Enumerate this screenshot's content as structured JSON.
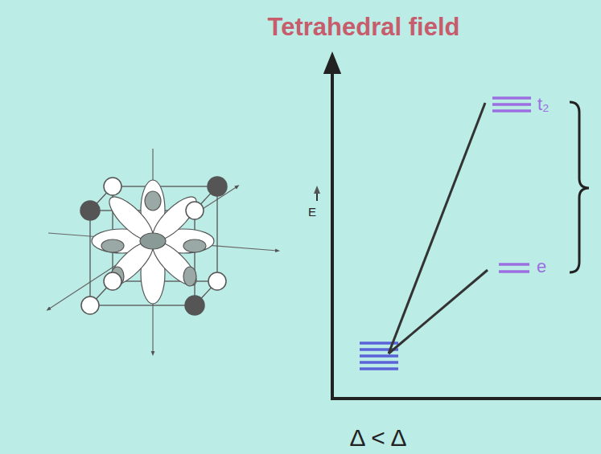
{
  "diagram": {
    "title": "Tetrahedral field",
    "labels": [
      "E",
      "t₂",
      "e",
      "Δ < Δ"
    ]
  }
}
